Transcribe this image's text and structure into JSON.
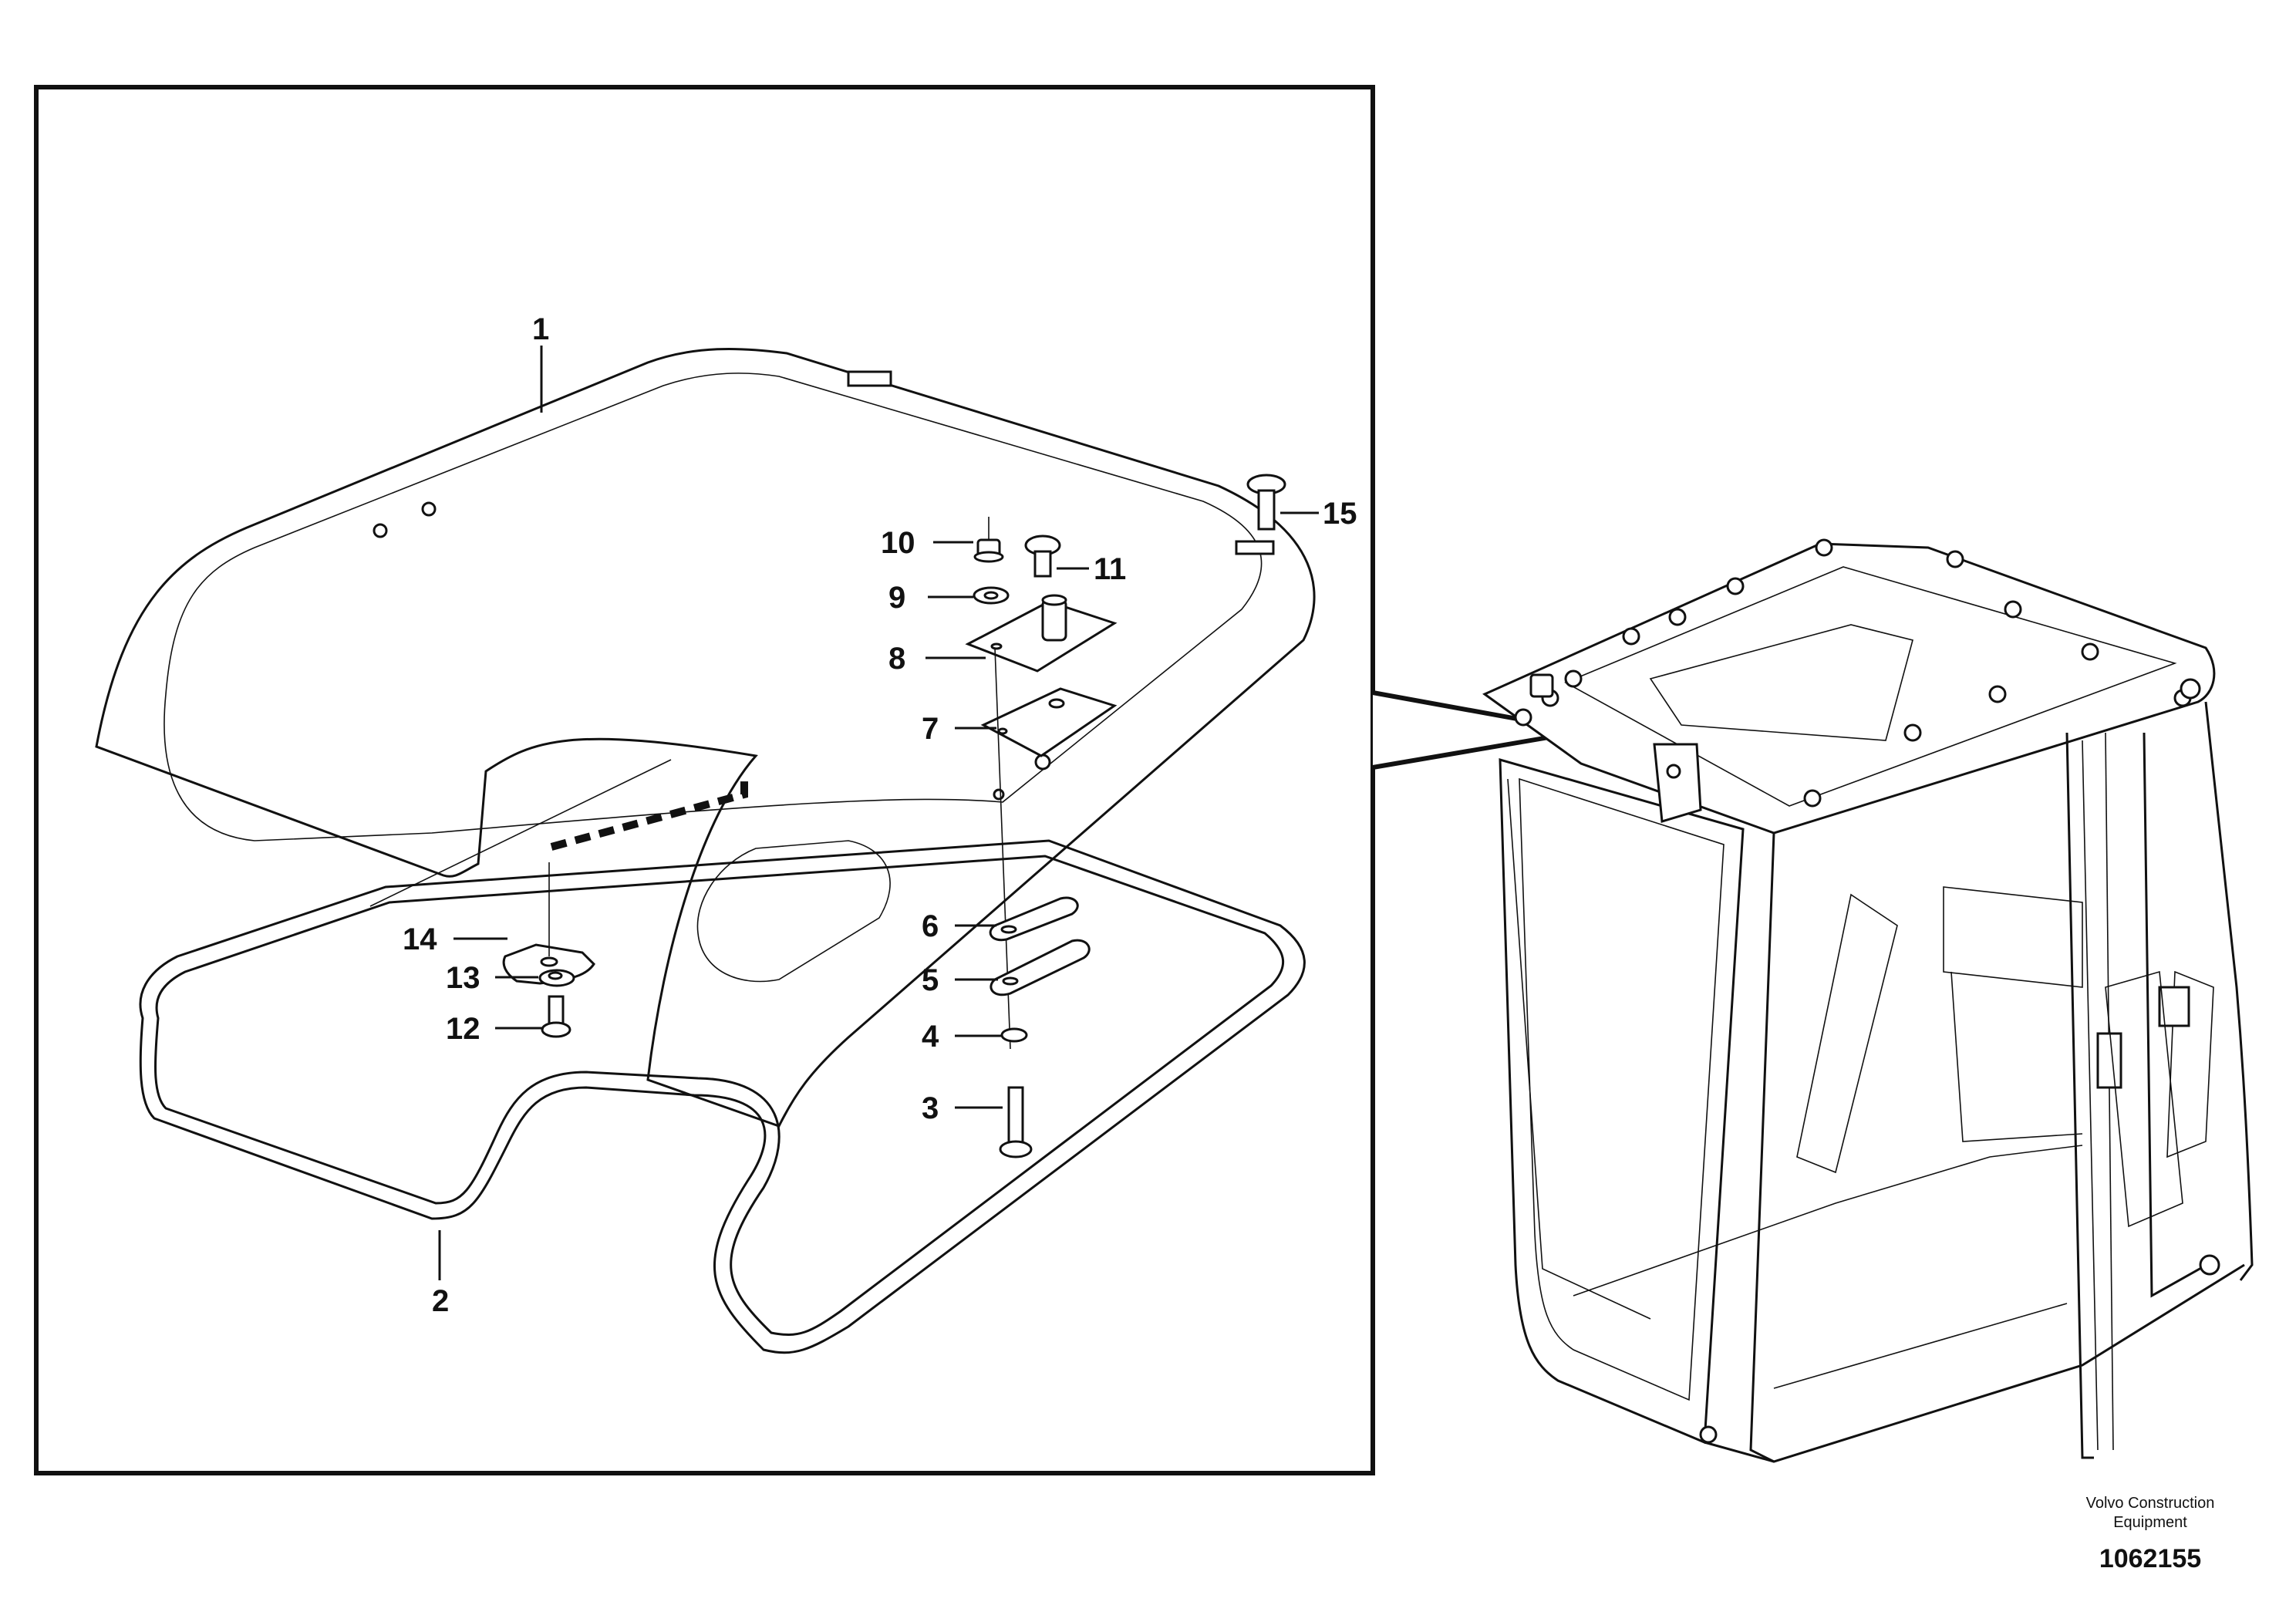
{
  "callouts": {
    "c1": "1",
    "c2": "2",
    "c3": "3",
    "c4": "4",
    "c5": "5",
    "c6": "6",
    "c7": "7",
    "c8": "8",
    "c9": "9",
    "c10": "10",
    "c11": "11",
    "c12": "12",
    "c13": "13",
    "c14": "14",
    "c15": "15"
  },
  "footer": {
    "brand_line1": "Volvo Construction",
    "brand_line2": "Equipment",
    "doc_number": "1062155"
  },
  "colors": {
    "line": "#111111",
    "background": "#ffffff"
  }
}
